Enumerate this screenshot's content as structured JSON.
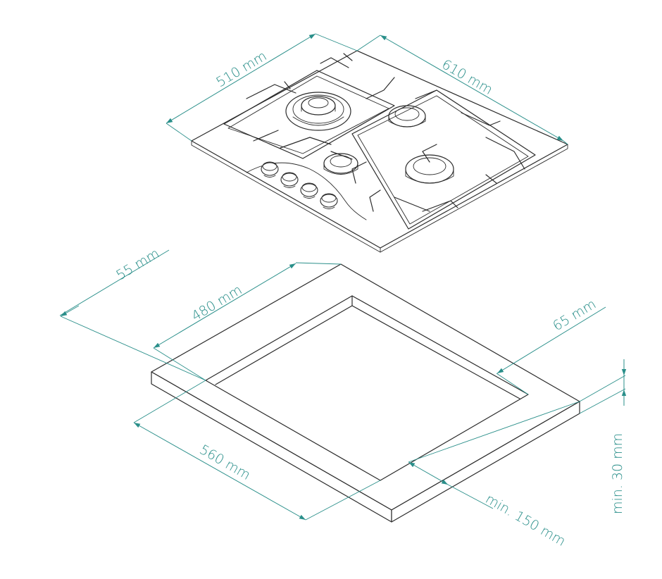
{
  "colors": {
    "dimension": "#2a8f8a",
    "outline": "#2b2b2b",
    "background": "#ffffff"
  },
  "dimensions": {
    "hob_width": "610 mm",
    "hob_depth": "510 mm",
    "cutout_offset_back": "55 mm",
    "cutout_depth": "480 mm",
    "cutout_offset_side": "65 mm",
    "cutout_width": "560 mm",
    "worktop_thickness": "min. 30 mm",
    "front_clearance": "min. 150 mm"
  }
}
